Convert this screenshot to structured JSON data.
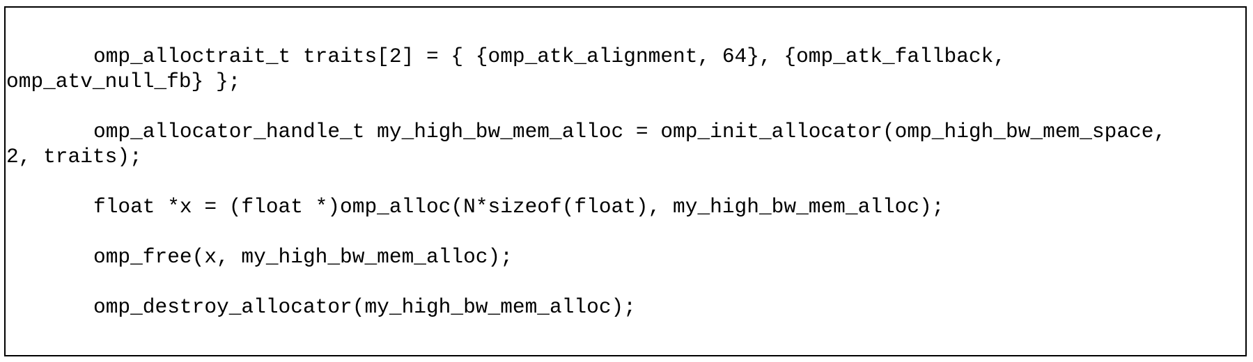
{
  "code_block": {
    "statements": [
      {
        "first_line": "omp_alloctrait_t traits[2] = { {omp_atk_alignment, 64}, {omp_atk_fallback,",
        "continuation": "omp_atv_null_fb} };"
      },
      {
        "first_line": "omp_allocator_handle_t my_high_bw_mem_alloc = omp_init_allocator(omp_high_bw_mem_space,",
        "continuation": "2, traits);"
      },
      {
        "first_line": "float *x = (float *)omp_alloc(N*sizeof(float), my_high_bw_mem_alloc);"
      },
      {
        "first_line": "omp_free(x, my_high_bw_mem_alloc);"
      },
      {
        "first_line": "omp_destroy_allocator(my_high_bw_mem_alloc);"
      }
    ]
  }
}
